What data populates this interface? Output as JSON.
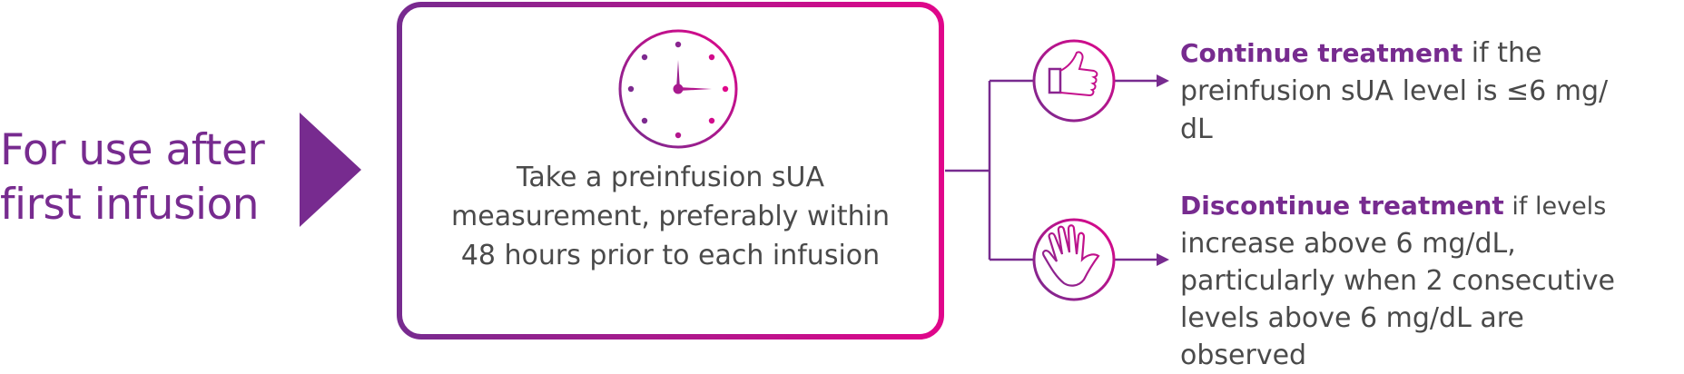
{
  "intro": {
    "lines": [
      "For use after",
      "first infusion"
    ]
  },
  "step": {
    "icon": "clock-icon",
    "lines": [
      "Take a preinfusion sUA",
      "measurement, preferably within",
      "48 hours prior to each infusion"
    ]
  },
  "outcomes": [
    {
      "icon": "thumbs-up-icon",
      "lead": "Continue treatment",
      "first_rest": " if the",
      "lines": [
        "preinfusion sUA level is ≤6 mg/",
        "dL"
      ]
    },
    {
      "icon": "stop-hand-icon",
      "lead": "Discontinue treatment",
      "first_rest": " if levels",
      "lines": [
        "increase above 6 mg/dL,",
        "particularly when 2 consecutive",
        "levels above 6 mg/dL are",
        "observed"
      ]
    }
  ],
  "colors": {
    "purple": "#772b8f",
    "magenta": "#e0068a",
    "text_gray": "#4a4a4a"
  }
}
